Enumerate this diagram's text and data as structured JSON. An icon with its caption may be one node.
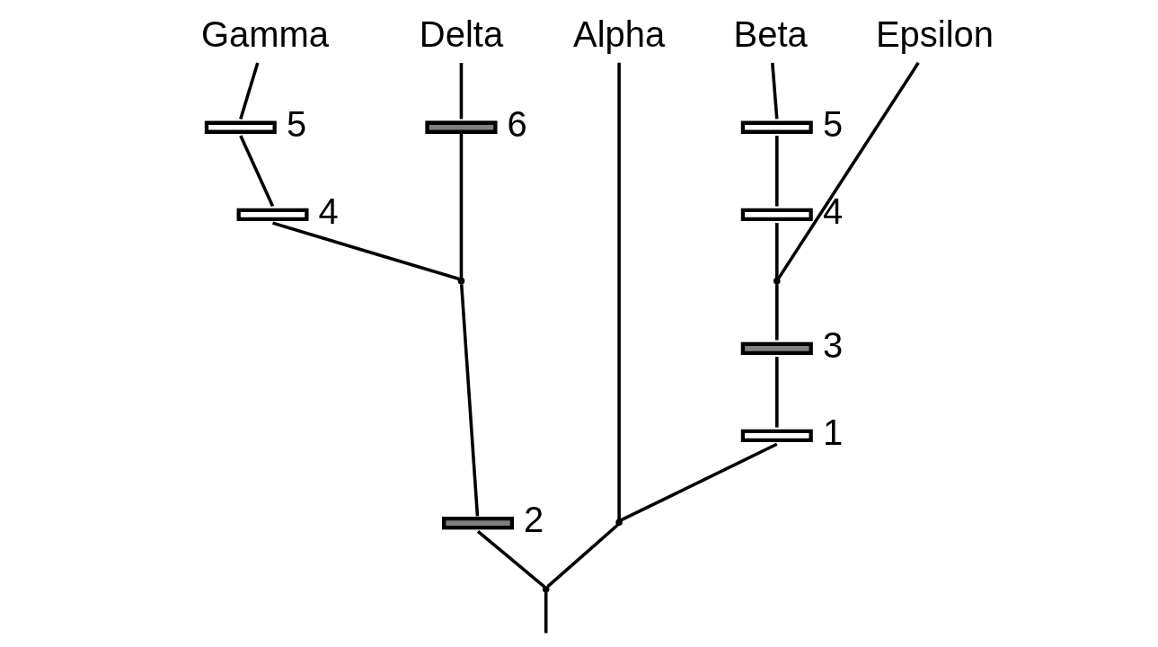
{
  "diagram": {
    "nodes": [
      {
        "text": [
          "Gamma"
        ]
      },
      {
        "text": [
          "Delta"
        ]
      },
      {
        "text": [
          "Alpha"
        ]
      },
      {
        "text": [
          "Beta"
        ]
      },
      {
        "text": [
          "Epsilon"
        ]
      },
      {
        "text": [],
        "shape": "bar",
        "beside": [
          "5"
        ]
      },
      {
        "text": [],
        "shape": "bar",
        "beside": [
          "4"
        ]
      },
      {
        "text": [],
        "shape": "bar",
        "beside": [
          "6"
        ]
      },
      {
        "text": [],
        "shape": "bar",
        "beside": [
          "2"
        ]
      },
      {
        "text": [],
        "shape": "bar",
        "beside": [
          "5"
        ]
      },
      {
        "text": [],
        "shape": "bar",
        "beside": [
          "4"
        ]
      },
      {
        "text": [],
        "shape": "bar",
        "beside": [
          "3"
        ]
      },
      {
        "text": [],
        "shape": "bar",
        "beside": [
          "1"
        ]
      },
      {
        "text": [],
        "shape": "point"
      },
      {
        "text": [],
        "shape": "point"
      },
      {
        "text": [],
        "shape": "point"
      },
      {
        "text": [],
        "shape": "point"
      }
    ],
    "edges": [
      {
        "from": null,
        "to": 13,
        "arrow": "none"
      },
      {
        "from": 13,
        "to": 8,
        "arrow": "none"
      },
      {
        "from": 13,
        "to": 14,
        "arrow": "none"
      },
      {
        "from": 8,
        "to": 15,
        "arrow": "none"
      },
      {
        "from": 15,
        "to": 6,
        "arrow": "none"
      },
      {
        "from": 15,
        "to": 7,
        "arrow": "none"
      },
      {
        "from": 6,
        "to": 5,
        "arrow": "none"
      },
      {
        "from": 5,
        "to": 0,
        "arrow": "none"
      },
      {
        "from": 7,
        "to": 1,
        "arrow": "none"
      },
      {
        "from": 14,
        "to": 2,
        "arrow": "none"
      },
      {
        "from": 14,
        "to": 12,
        "arrow": "none"
      },
      {
        "from": 12,
        "to": 11,
        "arrow": "none"
      },
      {
        "from": 11,
        "to": 16,
        "arrow": "none"
      },
      {
        "from": 16,
        "to": 10,
        "arrow": "none"
      },
      {
        "from": 16,
        "to": 4,
        "arrow": "none"
      },
      {
        "from": 10,
        "to": 9,
        "arrow": "none"
      },
      {
        "from": 9,
        "to": 3,
        "arrow": "none"
      }
    ]
  }
}
